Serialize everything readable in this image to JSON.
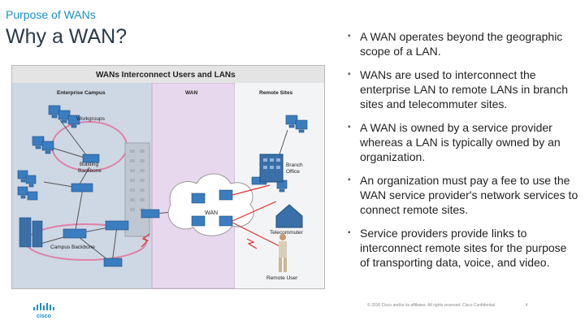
{
  "header": {
    "subtitle": "Purpose of WANs",
    "title": "Why a WAN?"
  },
  "bullets": [
    "A WAN operates beyond the geographic scope of a LAN.",
    "WANs are used to interconnect the enterprise LAN to remote LANs in branch sites and telecommuter sites.",
    "A WAN is owned by a service provider whereas a LAN is typically owned by an organization.",
    "An organization must pay a fee to use the WAN service provider's network services to connect remote sites.",
    "Service providers provide links to interconnect remote sites for the purpose of transporting data, voice, and video."
  ],
  "bullet_glyph": "▪",
  "diagram": {
    "title": "WANs Interconnect Users and LANs",
    "columns": {
      "enterprise": "Enterprise Campus",
      "wan": "WAN",
      "remote": "Remote Sites"
    },
    "labels": {
      "workgroups": "Workgroups",
      "building_backbone_1": "Building",
      "building_backbone_2": "Backbone",
      "campus_backbone": "Campus Backbone",
      "wan_cloud": "WAN",
      "branch_office_1": "Branch",
      "branch_office_2": "Office",
      "telecommuter": "Telecommuter",
      "remote_user": "Remote User"
    },
    "colors": {
      "enterprise_bg": "#ced7e4",
      "wan_band": "#e8d8ee",
      "device": "#3a7dc0",
      "link_red": "#e03030"
    }
  },
  "footer": {
    "text": "© 2016 Cisco and/or its affiliates. All rights reserved.   Cisco Confidential",
    "page": "4"
  },
  "logo": {
    "text": "cisco"
  }
}
